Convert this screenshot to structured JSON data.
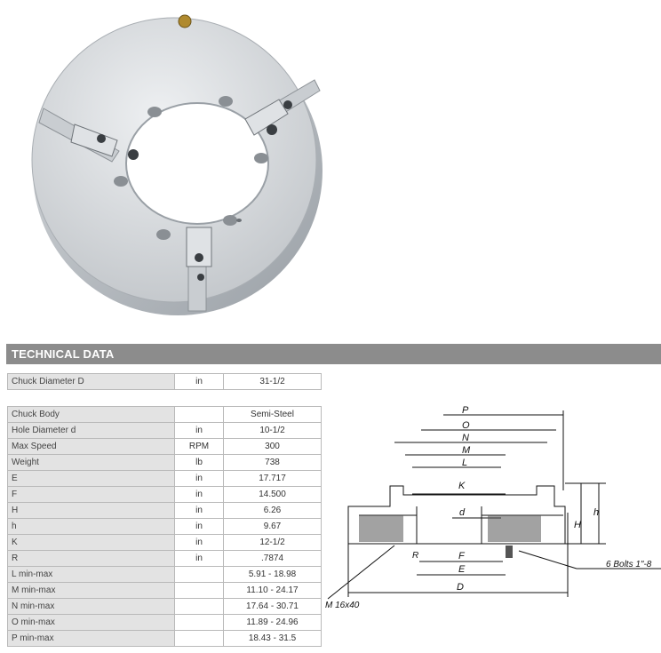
{
  "section": {
    "title": "TECHNICAL DATA"
  },
  "top_row": {
    "label": "Chuck Diameter D",
    "unit": "in",
    "value": "31-1/2"
  },
  "rows": [
    {
      "label": "Chuck Body",
      "unit": "",
      "value": "Semi-Steel"
    },
    {
      "label": "Hole Diameter d",
      "unit": "in",
      "value": "10-1/2"
    },
    {
      "label": "Max Speed",
      "unit": "RPM",
      "value": "300"
    },
    {
      "label": "Weight",
      "unit": "lb",
      "value": "738"
    },
    {
      "label": "E",
      "unit": "in",
      "value": "17.717"
    },
    {
      "label": "F",
      "unit": "in",
      "value": "14.500"
    },
    {
      "label": "H",
      "unit": "in",
      "value": "6.26"
    },
    {
      "label": "h",
      "unit": "in",
      "value": "9.67"
    },
    {
      "label": "K",
      "unit": "in",
      "value": "12-1/2"
    },
    {
      "label": "R",
      "unit": "in",
      "value": ".7874"
    },
    {
      "label": "L min-max",
      "unit": "",
      "value": "5.91 - 18.98"
    },
    {
      "label": "M min-max",
      "unit": "",
      "value": "11.10 - 24.17"
    },
    {
      "label": "N min-max",
      "unit": "",
      "value": "17.64 - 30.71"
    },
    {
      "label": "O min-max",
      "unit": "",
      "value": "11.89 - 24.96"
    },
    {
      "label": "P min-max",
      "unit": "",
      "value": "18.43 - 31.5"
    }
  ],
  "drawing": {
    "labels": {
      "P": "P",
      "O": "O",
      "N": "N",
      "M": "M",
      "L": "L",
      "K": "K",
      "d": "d",
      "H": "H",
      "h": "h",
      "R": "R",
      "F": "F",
      "E": "E",
      "D": "D",
      "bolts": "6 Bolts 1\"-8",
      "thread": "M 16x40"
    }
  }
}
